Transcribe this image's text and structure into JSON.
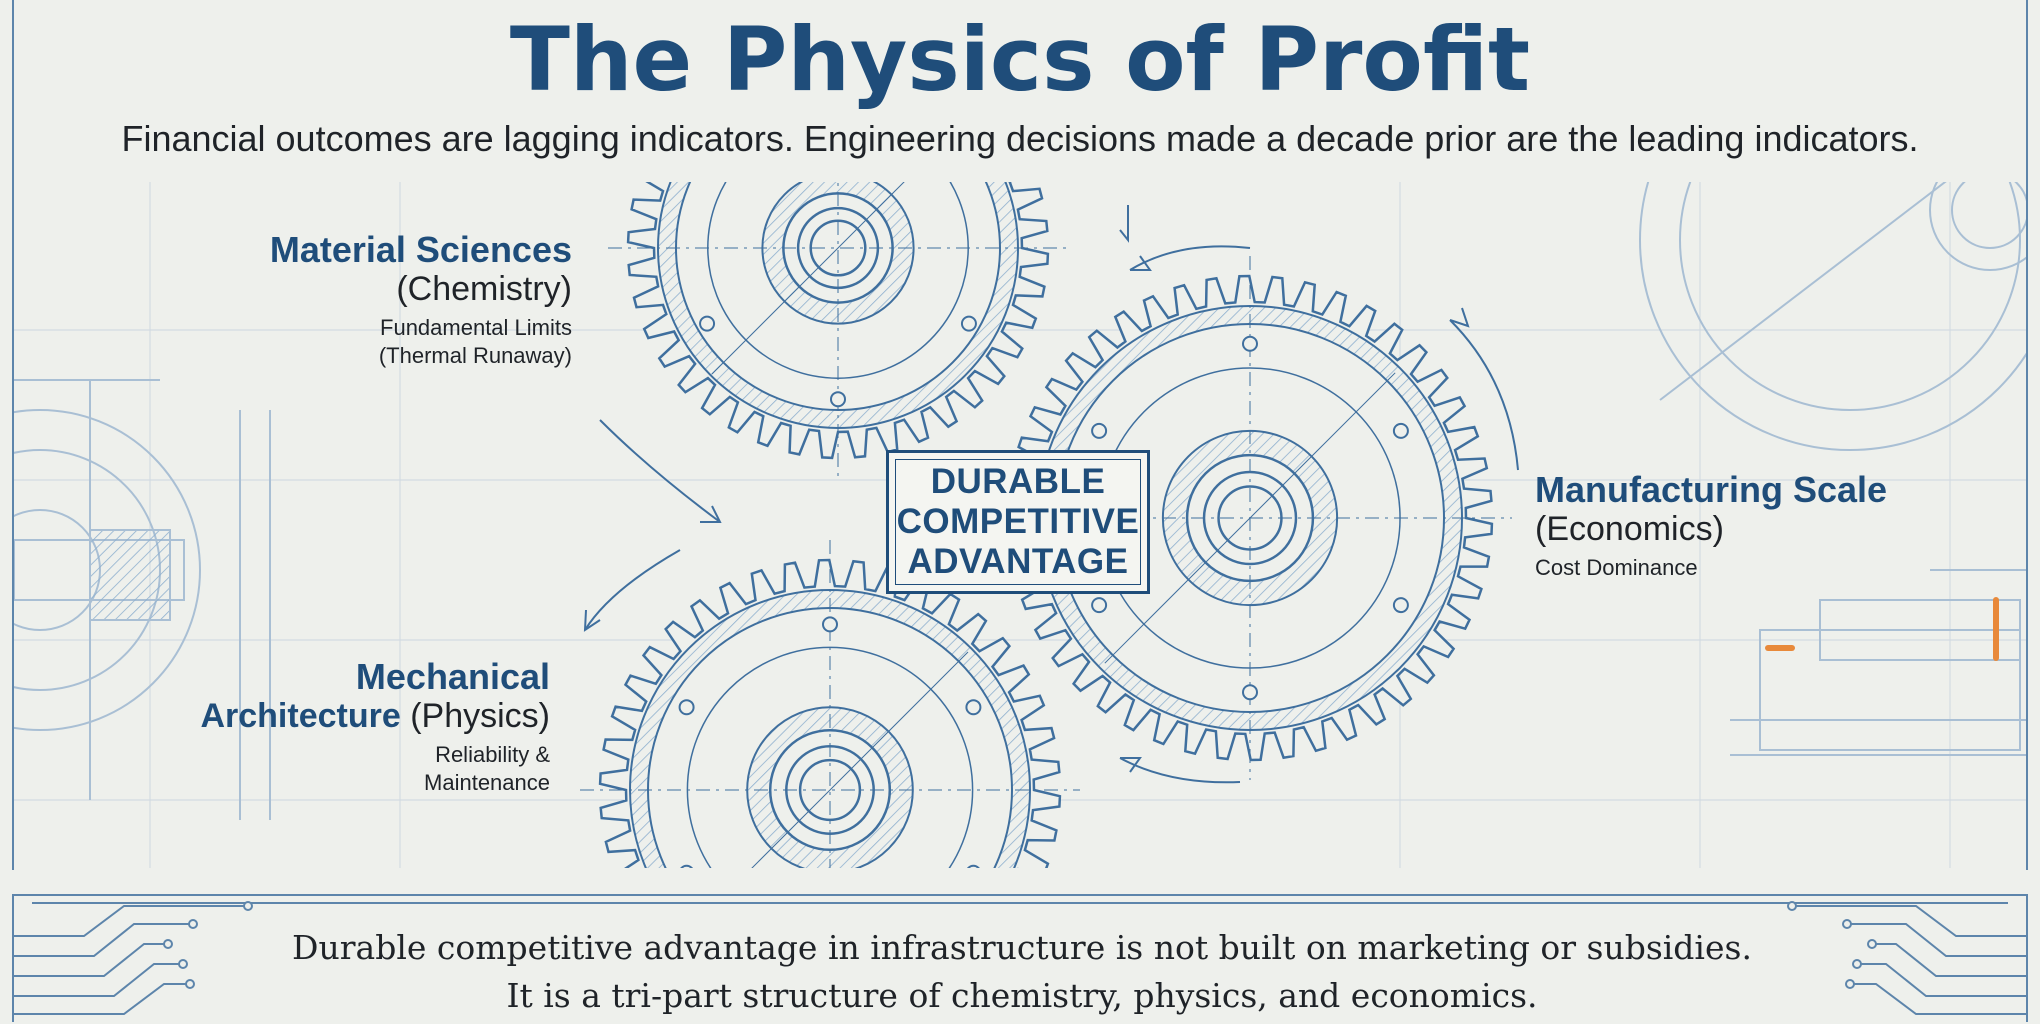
{
  "header": {
    "title": "The Physics of Profit",
    "subtitle": "Financial outcomes are lagging indicators. Engineering decisions made a decade prior are the leading indicators."
  },
  "diagram": {
    "center_label": [
      "DURABLE",
      "COMPETITIVE",
      "ADVANTAGE"
    ],
    "gears": [
      {
        "name": "Material Sciences",
        "domain": "(Chemistry)",
        "notes": [
          "Fundamental Limits",
          "(Thermal Runaway)"
        ]
      },
      {
        "name": "Manufacturing Scale",
        "domain": "(Economics)",
        "notes": [
          "Cost Dominance"
        ]
      },
      {
        "name_line1": "Mechanical",
        "name_line2": "Architecture",
        "domain": "(Physics)",
        "notes": [
          "Reliability &",
          "Maintenance"
        ]
      }
    ],
    "icons": [
      "gear-icon",
      "circuit-trace-icon"
    ]
  },
  "footer": {
    "lines": [
      "Durable competitive advantage in infrastructure is not built on marketing or subsidies.",
      "It is a tri-part structure of chemistry, physics, and economics."
    ]
  },
  "colors": {
    "primary": "#1f4d7a",
    "line": "#3f6f9e",
    "faint": "#a9bfd4",
    "background": "#eef0ec",
    "accent": "#e8893a"
  }
}
